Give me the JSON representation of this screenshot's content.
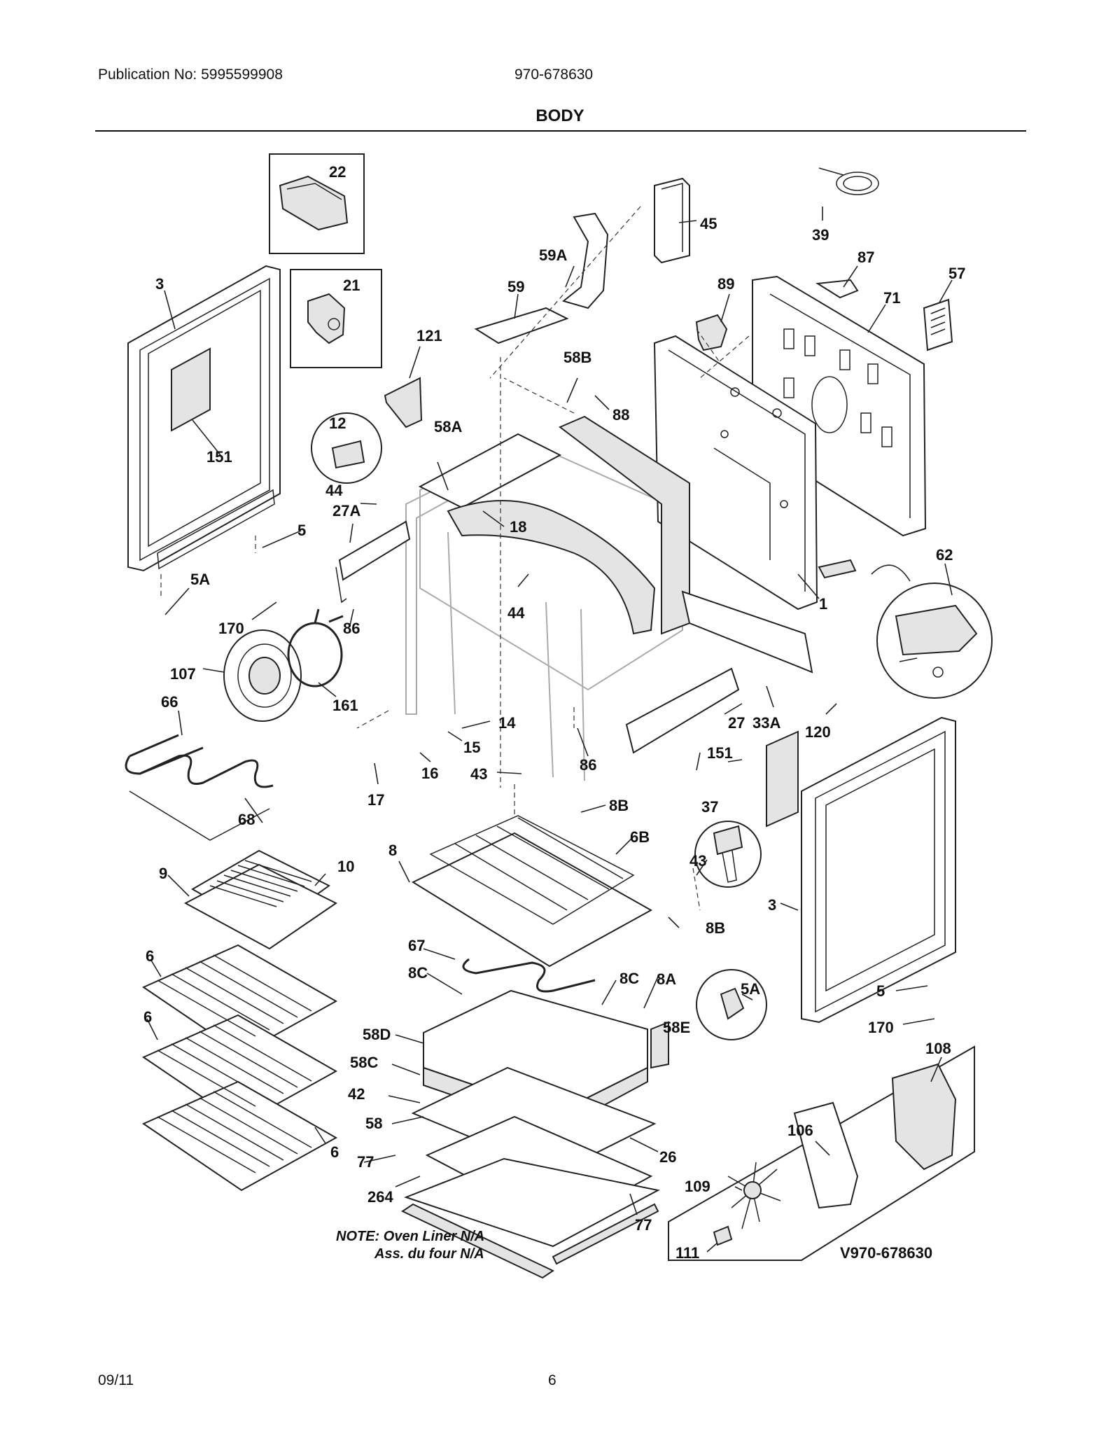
{
  "header": {
    "publication": "Publication No: 5995599908",
    "model": "970-678630",
    "section_title": "BODY"
  },
  "footer": {
    "date": "09/11",
    "page_number": "6"
  },
  "note": {
    "line1": "NOTE: Oven Liner N/A",
    "line2": "Ass. du four N/A"
  },
  "diagram_id": "V970-678630",
  "part_labels": {
    "p22": "22",
    "p21": "21",
    "p3_left": "3",
    "p151_left": "151",
    "p5_left": "5",
    "p5A_left": "5A",
    "p170_left": "170",
    "p12": "12",
    "p44_top": "44",
    "p27A": "27A",
    "p121": "121",
    "p58A": "58A",
    "p59": "59",
    "p59A": "59A",
    "p45": "45",
    "p58B": "58B",
    "p88": "88",
    "p89": "89",
    "p39": "39",
    "p87": "87",
    "p57": "57",
    "p71": "71",
    "p18": "18",
    "p44_mid": "44",
    "p86_left": "86",
    "p107": "107",
    "p161": "161",
    "p66": "66",
    "p68": "68",
    "p62": "62",
    "p1": "1",
    "p14": "14",
    "p15": "15",
    "p16": "16",
    "p17": "17",
    "p43_small": "43",
    "p86_mid": "86",
    "p27": "27",
    "p33A": "33A",
    "p120": "120",
    "p151_right": "151",
    "p37": "37",
    "p8B_top": "8B",
    "p6B": "6B",
    "p8": "8",
    "p43_circle": "43",
    "p8B_bot": "8B",
    "p3_right": "3",
    "p9": "9",
    "p10": "10",
    "p6_a": "6",
    "p6_b": "6",
    "p6_c": "6",
    "p67": "67",
    "p8C_left": "8C",
    "p8C_right": "8C",
    "p8A": "8A",
    "p5A_right": "5A",
    "p5_right": "5",
    "p170_right": "170",
    "p58D": "58D",
    "p58E": "58E",
    "p58C": "58C",
    "p42": "42",
    "p58": "58",
    "p26": "26",
    "p77_left": "77",
    "p264": "264",
    "p77_right": "77",
    "p108": "108",
    "p106": "106",
    "p109": "109",
    "p111": "111"
  }
}
